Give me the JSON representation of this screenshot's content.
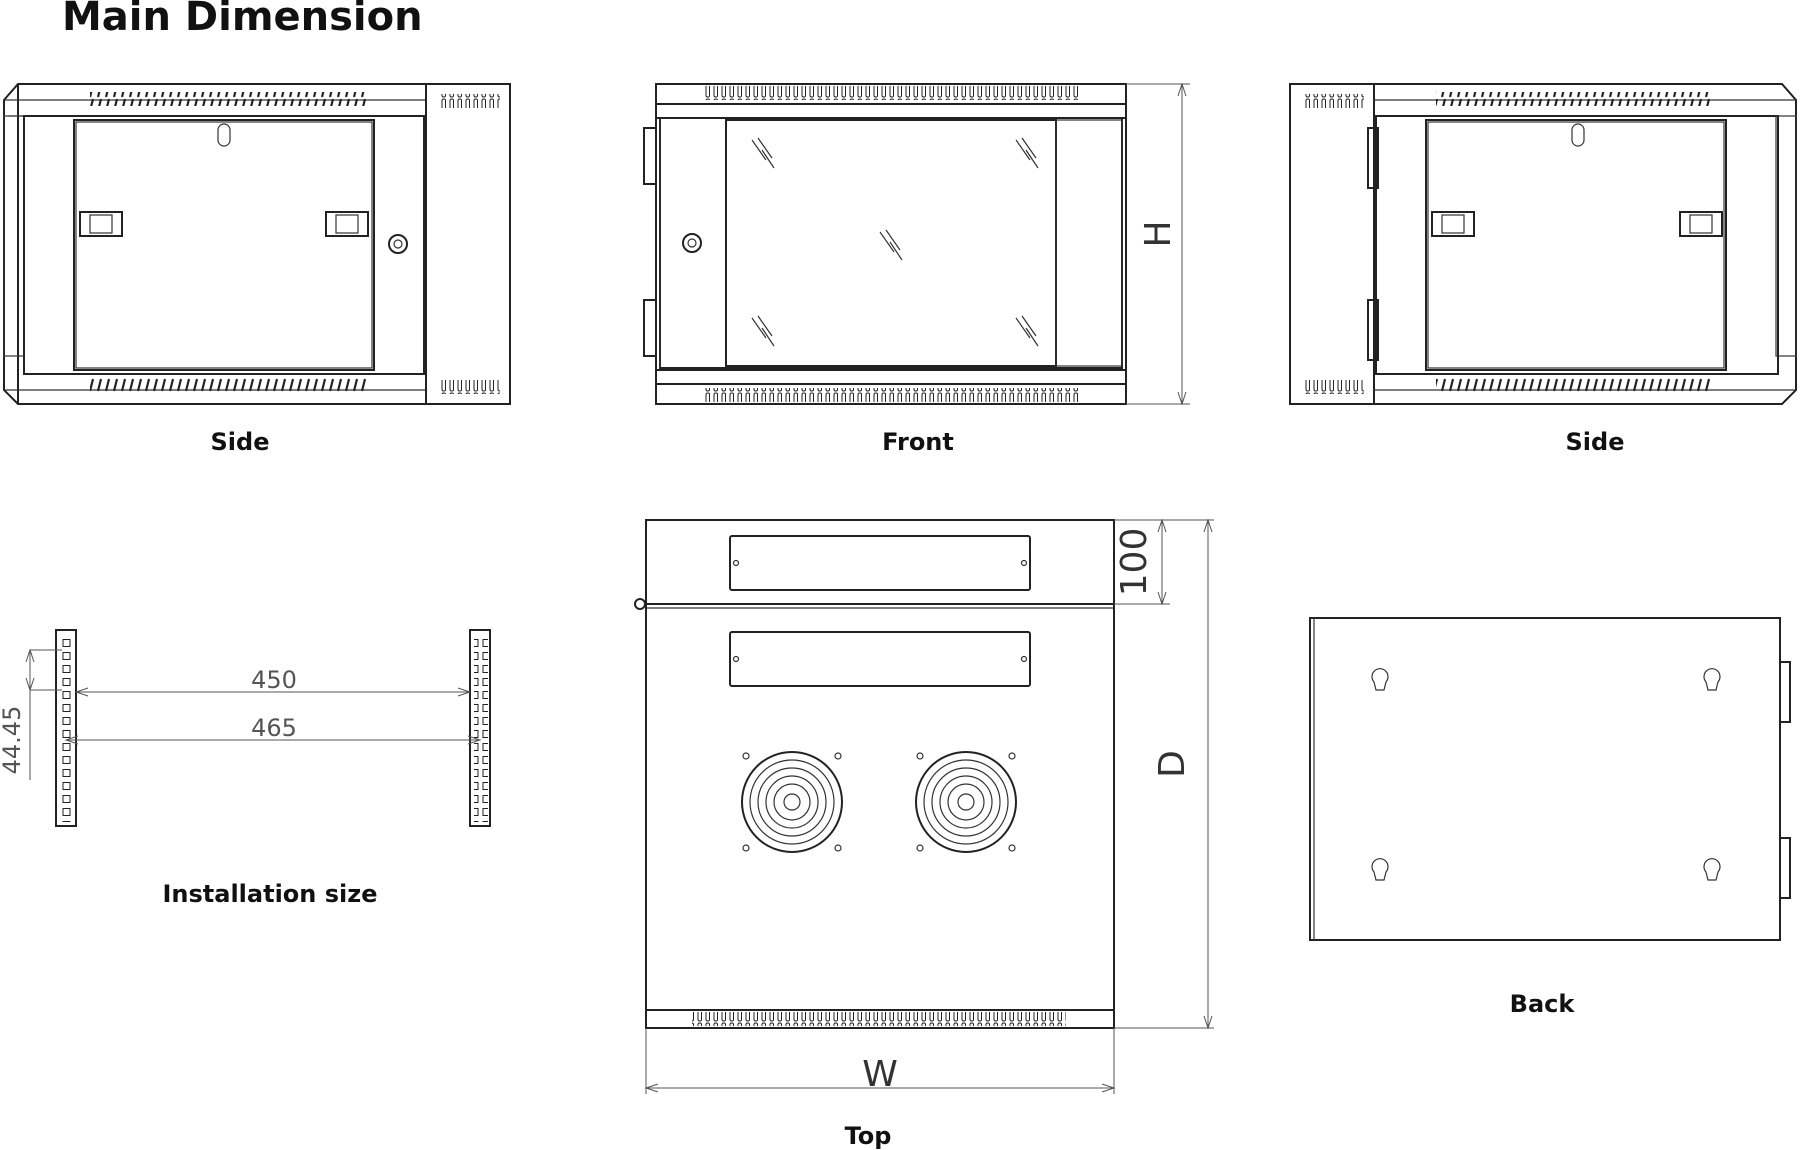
{
  "title": "Main  Dimension",
  "views": {
    "side_left": "Side",
    "front": "Front",
    "side_right": "Side",
    "installation": "Installation size",
    "top": "Top",
    "back": "Back"
  },
  "dimensions": {
    "height": "H",
    "depth": "D",
    "width": "W",
    "top_offset": "100",
    "rail_inner": "450",
    "rail_outer": "465",
    "unit_pitch": "44.45"
  }
}
